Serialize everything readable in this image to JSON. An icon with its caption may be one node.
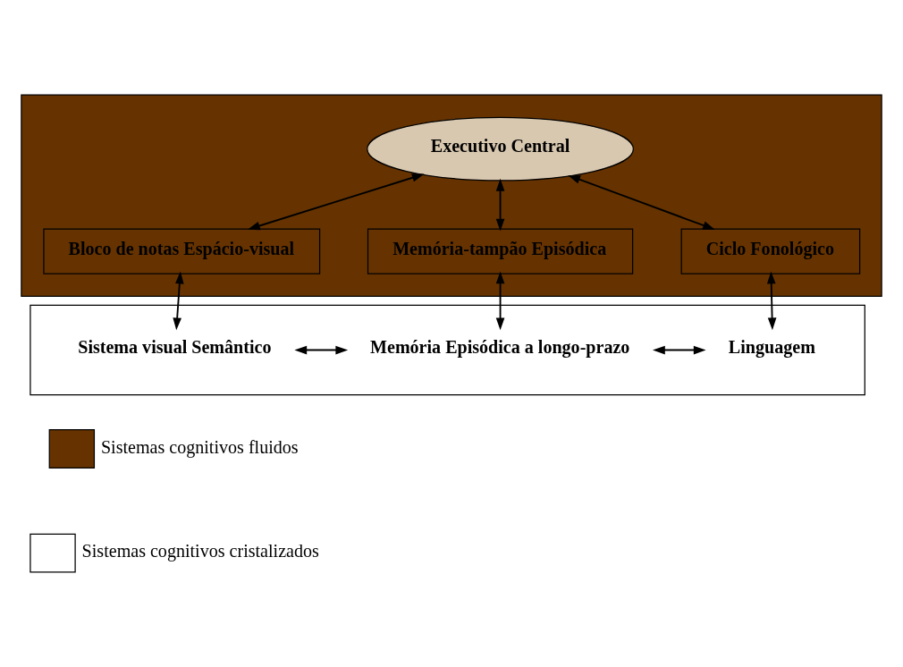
{
  "diagram": {
    "nodes": [
      {
        "text": [],
        "shape": "box"
      },
      {
        "text": [
          "Executivo Central"
        ],
        "in": 0
      },
      {
        "text": [
          "Bloco de notas Espácio-visual"
        ],
        "in": 0
      },
      {
        "text": [
          "Memória-tampão Episódica"
        ],
        "in": 0
      },
      {
        "text": [
          "Ciclo Fonológico"
        ],
        "in": 0
      },
      {
        "text": [],
        "shape": "box"
      },
      {
        "text": [
          "Sistema visual Semântico"
        ],
        "in": 5
      },
      {
        "text": [
          "Memória Episódica a longo-prazo"
        ],
        "in": 5
      },
      {
        "text": [
          "Linguagem"
        ],
        "in": 5
      }
    ],
    "edges": [
      {
        "from": 1,
        "to": 2,
        "arrow": "both"
      },
      {
        "from": 1,
        "to": 3,
        "arrow": "both"
      },
      {
        "from": 1,
        "to": 4,
        "arrow": "both"
      },
      {
        "from": 2,
        "to": 6,
        "arrow": "both"
      },
      {
        "from": 3,
        "to": 7,
        "arrow": "both"
      },
      {
        "from": 4,
        "to": 8,
        "arrow": "both"
      },
      {
        "from": 6,
        "to": 7,
        "arrow": "both"
      },
      {
        "from": 7,
        "to": 8,
        "arrow": "both"
      }
    ],
    "legend": [
      {
        "text": "Sistemas cognitivos fluidos",
        "color": "#663300"
      },
      {
        "text": "Sistemas cognitivos cristalizados",
        "color": "#ffffff"
      }
    ]
  }
}
